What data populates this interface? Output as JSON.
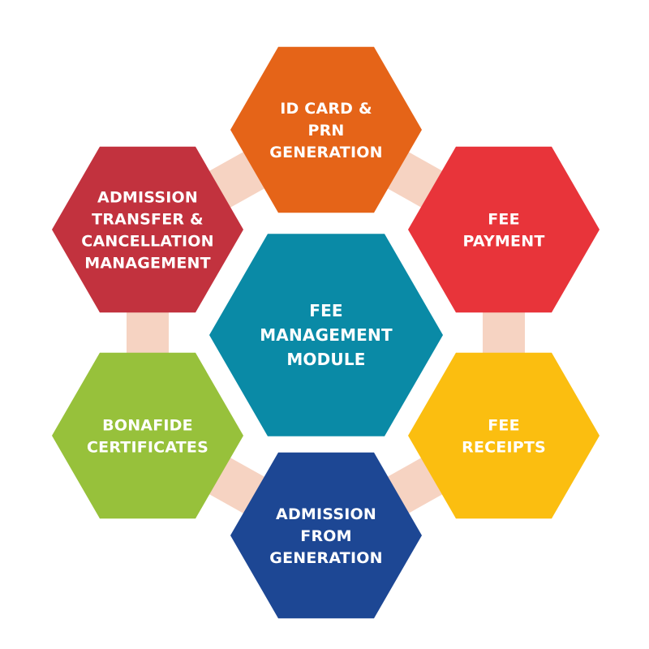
{
  "center": {
    "lines": [
      "FEE",
      "MANAGEMENT",
      "MODULE"
    ],
    "color": "#0A8AA6"
  },
  "modules": [
    {
      "id": "top",
      "lines": [
        "ID CARD &",
        "PRN",
        "GENERATION"
      ],
      "color": "#E56418"
    },
    {
      "id": "upper-right",
      "lines": [
        "FEE",
        "PAYMENT"
      ],
      "color": "#E8343A"
    },
    {
      "id": "lower-right",
      "lines": [
        "FEE",
        "RECEIPTS"
      ],
      "color": "#FBBE10"
    },
    {
      "id": "bottom",
      "lines": [
        "ADMISSION",
        "FROM",
        "GENERATION"
      ],
      "color": "#1D4794"
    },
    {
      "id": "lower-left",
      "lines": [
        "BONAFIDE",
        "CERTIFICATES"
      ],
      "color": "#97C13B"
    },
    {
      "id": "upper-left",
      "lines": [
        "ADMISSION",
        "TRANSFER &",
        "CANCELLATION",
        "MANAGEMENT"
      ],
      "color": "#C2323E"
    }
  ],
  "connector_color": "#F6D3C2"
}
